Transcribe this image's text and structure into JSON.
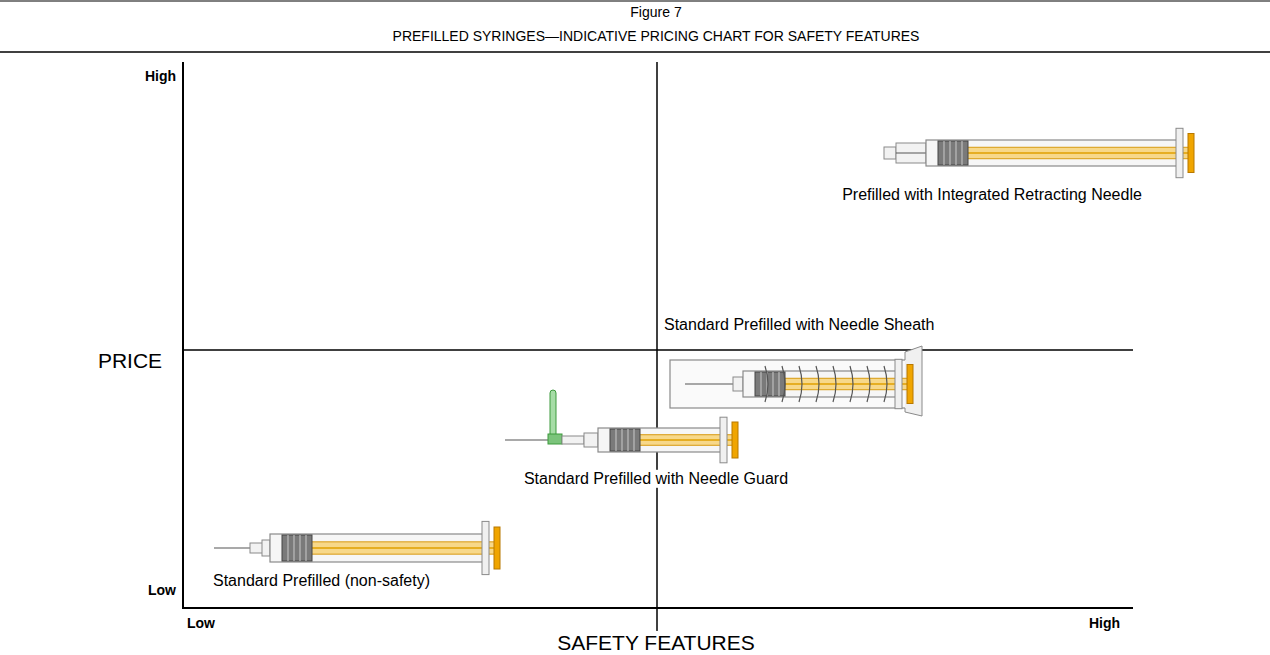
{
  "diagram": {
    "title": "PREFILLED SYRINGES—INDICATIVE PRICING CHART FOR SAFETY FEATURES",
    "labels": [
      "Figure 7",
      "High",
      "Low",
      "PRICE",
      "Prefilled with Integrated Retracting Needle",
      "Standard Prefilled with Needle Sheath",
      "Standard Prefilled with Needle Guard",
      "Standard Prefilled (non-safety)",
      "Low",
      "High",
      "SAFETY FEATURES"
    ]
  }
}
